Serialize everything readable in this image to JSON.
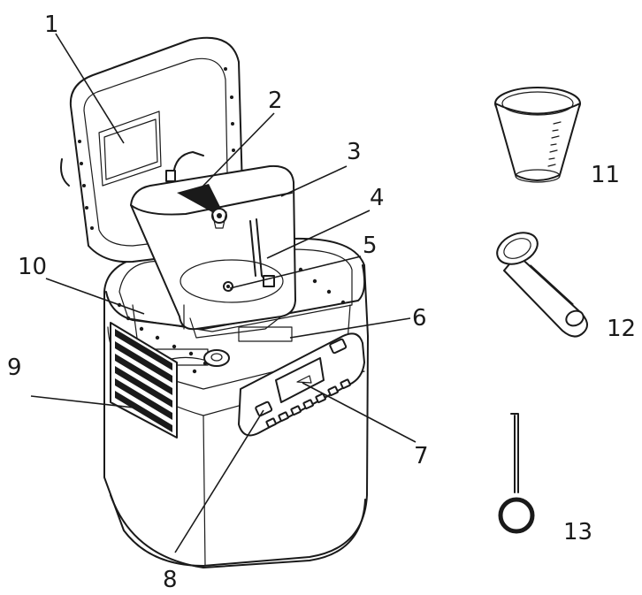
{
  "diagram": {
    "callouts": [
      {
        "id": "c1",
        "label": "1"
      },
      {
        "id": "c2",
        "label": "2"
      },
      {
        "id": "c3",
        "label": "3"
      },
      {
        "id": "c4",
        "label": "4"
      },
      {
        "id": "c5",
        "label": "5"
      },
      {
        "id": "c6",
        "label": "6"
      },
      {
        "id": "c7",
        "label": "7"
      },
      {
        "id": "c8",
        "label": "8"
      },
      {
        "id": "c9",
        "label": "9"
      },
      {
        "id": "c10",
        "label": "10"
      },
      {
        "id": "c11",
        "label": "11"
      },
      {
        "id": "c12",
        "label": "12"
      },
      {
        "id": "c13",
        "label": "13"
      }
    ],
    "parts": {
      "machine": "bread-maker-icon",
      "measuring_cup": "measuring-cup-icon",
      "measuring_spoon": "measuring-spoon-icon",
      "hook": "kneading-paddle-hook-icon"
    }
  }
}
